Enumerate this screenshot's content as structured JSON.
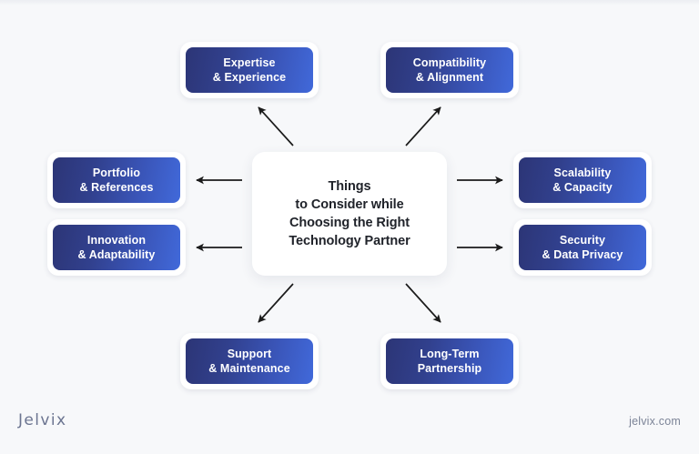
{
  "background_color": "#f7f8fa",
  "center": {
    "title": "Things\nto Consider while\nChoosing the Right\nTechnology Partner",
    "text_color": "#20232a",
    "card_color": "#ffffff"
  },
  "node_gradient": {
    "from": "#2c3576",
    "to": "#4169da",
    "text_color": "#ffffff"
  },
  "nodes": [
    {
      "key": "expertise",
      "label": "Expertise\n& Experience",
      "position": "top-left"
    },
    {
      "key": "compatibility",
      "label": "Compatibility\n& Alignment",
      "position": "top-right"
    },
    {
      "key": "portfolio",
      "label": "Portfolio\n& References",
      "position": "left-upper"
    },
    {
      "key": "innovation",
      "label": "Innovation\n& Adaptability",
      "position": "left-lower"
    },
    {
      "key": "scalability",
      "label": "Scalability\n& Capacity",
      "position": "right-upper"
    },
    {
      "key": "security",
      "label": "Security\n& Data Privacy",
      "position": "right-lower"
    },
    {
      "key": "support",
      "label": "Support\n& Maintenance",
      "position": "bottom-left"
    },
    {
      "key": "longterm",
      "label": "Long-Term\nPartnership",
      "position": "bottom-right"
    }
  ],
  "arrows": {
    "color": "#1b1b1b",
    "count": 8,
    "directions": [
      "center-to-top-left",
      "center-to-top-right",
      "center-to-left-upper",
      "center-to-left-lower",
      "center-to-right-upper",
      "center-to-right-lower",
      "center-to-bottom-left",
      "center-to-bottom-right"
    ]
  },
  "footer": {
    "logo": "Jelvix",
    "website": "jelvix.com",
    "logo_color": "#6b7490",
    "website_color": "#7c8497"
  }
}
